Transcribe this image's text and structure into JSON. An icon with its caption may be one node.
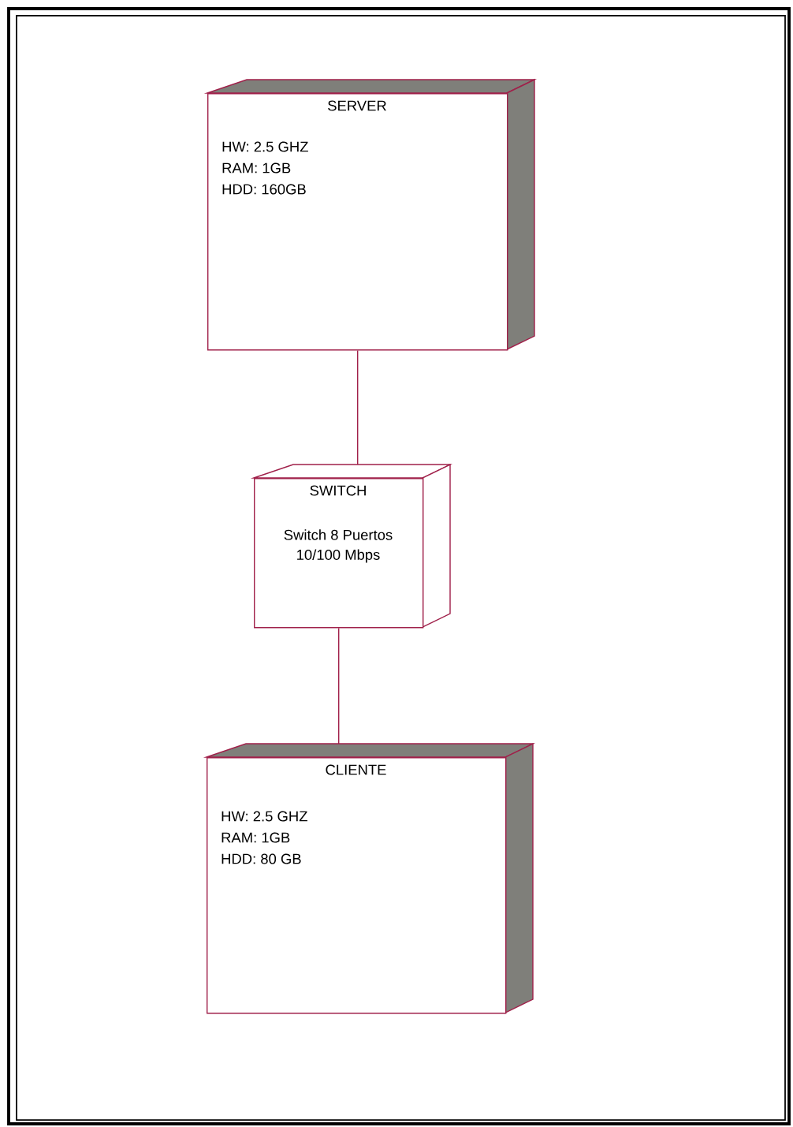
{
  "diagram": {
    "nodes": [
      {
        "text": [
          "SERVER",
          "HW: 2.5 GHZ",
          "RAM: 1GB",
          "HDD: 160GB"
        ]
      },
      {
        "text": [
          "SWITCH",
          "Switch 8 Puertos",
          "10/100 Mbps"
        ]
      },
      {
        "text": [
          "CLIENTE",
          "HW: 2.5 GHZ",
          "RAM: 1GB",
          "HDD: 80 GB"
        ]
      }
    ],
    "edges": [
      {
        "from": 0,
        "to": 1,
        "arrow": "none"
      },
      {
        "from": 1,
        "to": 2,
        "arrow": "none"
      }
    ]
  }
}
